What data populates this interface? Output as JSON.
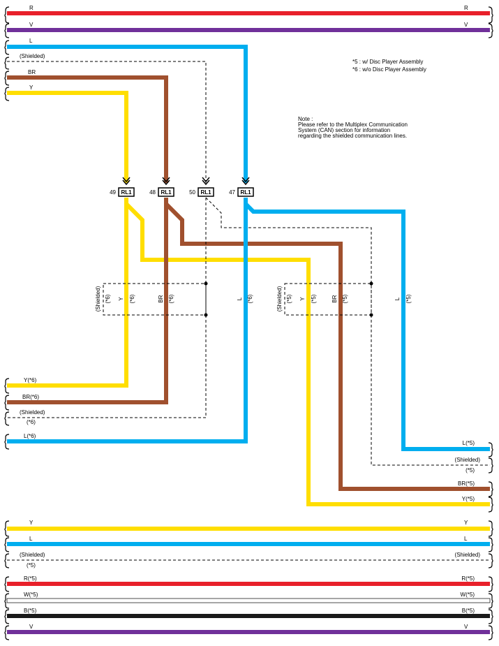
{
  "colors": {
    "R": "#e8202a",
    "V": "#70309a",
    "L": "#00aeef",
    "BR": "#a0502e",
    "Y": "#ffde00",
    "W": "#ffffff",
    "B": "#1a1a1a"
  },
  "wire_labels": {
    "R": "R",
    "V": "V",
    "L": "L",
    "shielded": "(Shielded)",
    "BR": "BR",
    "Y": "Y",
    "y_m6": "Y(*6)",
    "br_m6": "BR(*6)",
    "m6": "(*6)",
    "l_m6": "L(*6)",
    "l_m5": "L(*5)",
    "m5": "(*5)",
    "br_m5": "BR(*5)",
    "y_m5": "Y(*5)",
    "r_m5": "R(*5)",
    "w_m5": "W(*5)",
    "b_m5": "B(*5)"
  },
  "legend": {
    "item1": "*5 : w/ Disc Player Assembly",
    "item2": "*6 : w/o Disc Player Assembly"
  },
  "note": {
    "line1": "Note :",
    "line2": "Please refer to the Multiplex Communication",
    "line3": "System (CAN) section for information",
    "line4": "regarding the shielded communication lines."
  },
  "connectors": [
    {
      "pin": "49",
      "name": "RL1"
    },
    {
      "pin": "48",
      "name": "RL1"
    },
    {
      "pin": "50",
      "name": "RL1"
    },
    {
      "pin": "47",
      "name": "RL1"
    }
  ],
  "vertical_labels": {
    "shielded": "(Shielded)",
    "m6": "(*6)",
    "m5": "(*5)",
    "Y": "Y",
    "BR": "BR",
    "L": "L"
  }
}
